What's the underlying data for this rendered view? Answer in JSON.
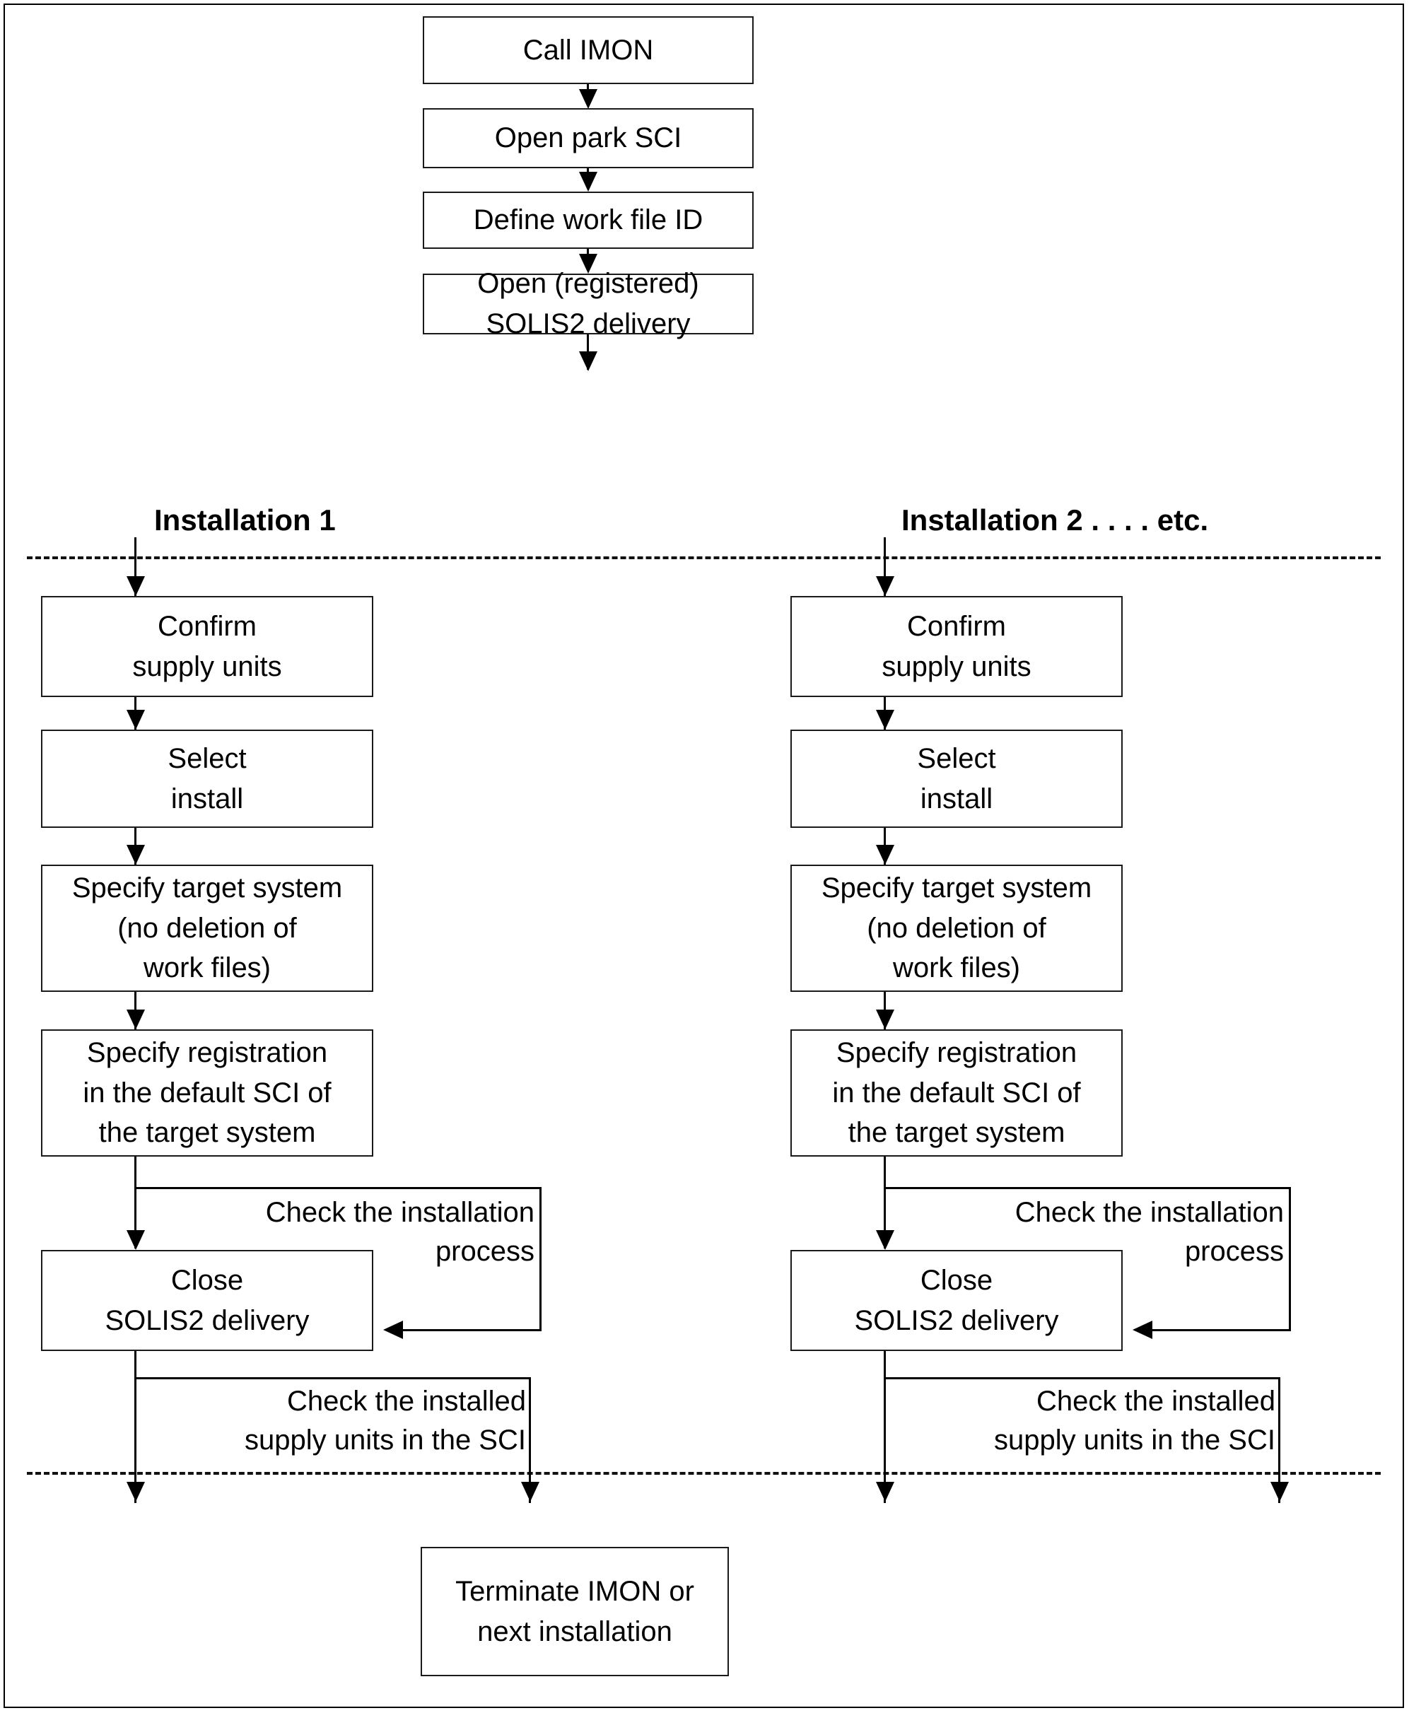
{
  "diagram": {
    "title": "IMON installation process flowchart",
    "colors": {
      "line": "#000000",
      "box_border": "#1a1a1a",
      "background": "#ffffff"
    },
    "swimlanes": [
      {
        "id": "installation-1",
        "label": "Installation 1"
      },
      {
        "id": "installation-2",
        "label": "Installation 2   . . . . etc."
      }
    ],
    "common_top": [
      {
        "id": "call-imon",
        "lines": [
          "Call IMON"
        ]
      },
      {
        "id": "open-park-sci",
        "lines": [
          "Open park SCI"
        ]
      },
      {
        "id": "define-work-file-id",
        "lines": [
          "Define work file ID"
        ]
      },
      {
        "id": "open-registered-solis2-delivery",
        "lines": [
          "Open (registered)",
          "SOLIS2 delivery"
        ]
      }
    ],
    "lane_steps": [
      {
        "id": "confirm-supply-units",
        "lines": [
          "Confirm",
          "supply units"
        ]
      },
      {
        "id": "select-install",
        "lines": [
          "Select",
          "install"
        ]
      },
      {
        "id": "specify-target-system",
        "lines": [
          "Specify target system",
          "(no deletion of",
          "work files)"
        ]
      },
      {
        "id": "specify-registration",
        "lines": [
          "Specify registration",
          "in the default SCI of",
          "the target system"
        ]
      },
      {
        "id": "close-solis2-delivery",
        "lines": [
          "Close",
          "SOLIS2 delivery"
        ]
      }
    ],
    "edge_labels": {
      "check_installation_process": [
        "Check the installation",
        "process"
      ],
      "check_installed_supply_units": [
        "Check the installed",
        "supply units in the SCI"
      ]
    },
    "terminal": {
      "id": "terminate-imon",
      "lines": [
        "Terminate IMON or",
        "next installation"
      ]
    }
  }
}
